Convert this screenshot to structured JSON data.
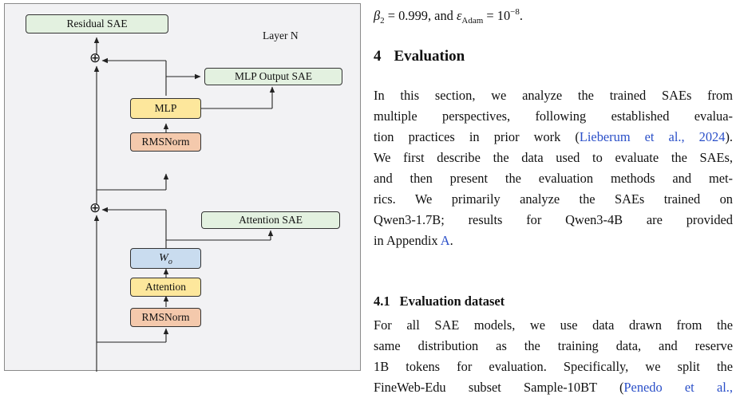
{
  "figure": {
    "layer_label": "Layer N",
    "boxes": {
      "residual_sae": "Residual SAE",
      "mlp_output_sae": "MLP Output SAE",
      "mlp": "MLP",
      "rmsnorm_top": "RMSNorm",
      "attention_sae": "Attention SAE",
      "w_o": "W",
      "w_o_sub": "o",
      "attention": "Attention",
      "rmsnorm_bottom": "RMSNorm"
    },
    "add_symbol": "⊕",
    "colors": {
      "green": "#e3f1e0",
      "yellow": "#fde79c",
      "orange": "#f4c9ac",
      "blue": "#c9dcef"
    }
  },
  "text": {
    "formula": {
      "beta": "β",
      "beta_sub": "2",
      "beta_val": " = 0.999, and ",
      "eps": "ε",
      "eps_sub": "Adam",
      "eps_eq": " = 10",
      "eps_exp": "−8",
      "end": "."
    },
    "section": {
      "number": "4",
      "title": "Evaluation"
    },
    "para1": {
      "l1": "In this section, we analyze the trained SAEs from",
      "l2": "multiple perspectives, following established evalua-",
      "l3_pre": "tion practices in prior work (",
      "l3_cite": "Lieberum et al., 2024",
      "l3_post": ").",
      "l4": "We first describe the data used to evaluate the SAEs,",
      "l5": "and then present the evaluation methods and met-",
      "l6": "rics.  We primarily analyze the SAEs trained on",
      "l7": "Qwen3-1.7B; results for Qwen3-4B are provided",
      "l8_pre": "in Appendix ",
      "l8_link": "A",
      "l8_post": "."
    },
    "subsection": {
      "number": "4.1",
      "title": "Evaluation dataset"
    },
    "para2": {
      "l1": "For all SAE models, we use data drawn from the",
      "l2": "same distribution as the training data, and reserve",
      "l3": "1B tokens for evaluation. Specifically, we split the",
      "l4_pre": "FineWeb-Edu subset Sample-10BT (",
      "l4_cite": "Penedo et al.,"
    },
    "link_color": "#2a4fc8"
  }
}
